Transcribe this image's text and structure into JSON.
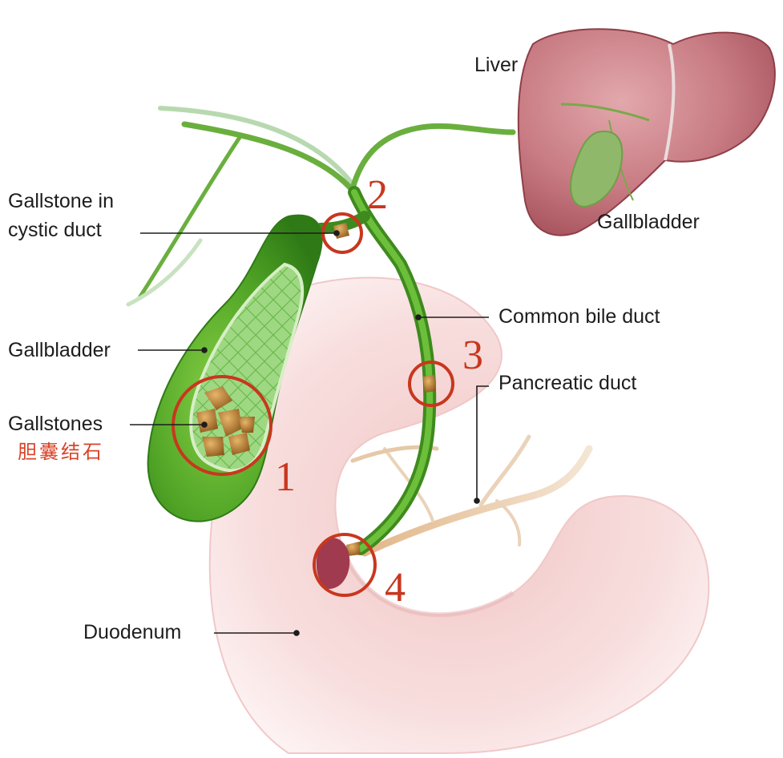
{
  "labels": {
    "liver": "Liver",
    "gallbladder_inset": "Gallbladder",
    "gallstone_cystic_line1": "Gallstone in",
    "gallstone_cystic_line2": "cystic duct",
    "common_bile_duct": "Common bile duct",
    "gallbladder": "Gallbladder",
    "pancreatic_duct": "Pancreatic duct",
    "gallstones": "Gallstones",
    "gallstones_cn": "胆囊结石",
    "duodenum": "Duodenum"
  },
  "markers": [
    "1",
    "2",
    "3",
    "4"
  ],
  "colors": {
    "marker_ring": "#c8371e",
    "gallbladder_green": "#5bac2b",
    "duct_green": "#4f9a25",
    "liver_pink": "#c77a82",
    "duodenum_pink": "#f7dcdc",
    "stone_brown": "#b47a2a",
    "chinese_label": "#d8442a"
  }
}
